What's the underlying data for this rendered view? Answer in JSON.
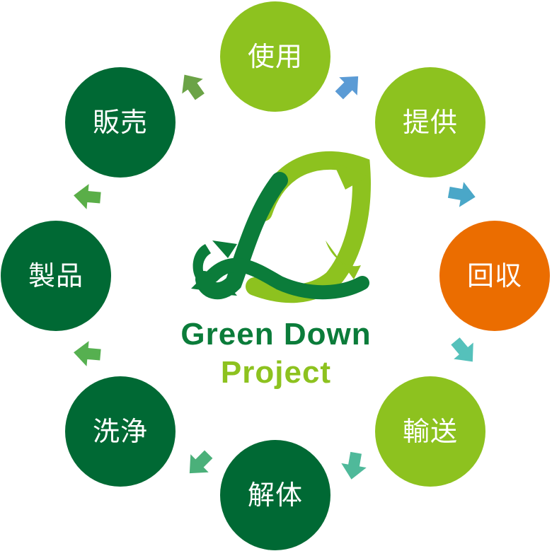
{
  "project": {
    "title_line1": "Green Down",
    "title_line2": "Project"
  },
  "steps": [
    {
      "label": "使用",
      "color": "#8dc21f"
    },
    {
      "label": "提供",
      "color": "#8dc21f"
    },
    {
      "label": "回収",
      "color": "#eb6d00"
    },
    {
      "label": "輸送",
      "color": "#8dc21f"
    },
    {
      "label": "解体",
      "color": "#006934"
    },
    {
      "label": "洗浄",
      "color": "#006934"
    },
    {
      "label": "製品",
      "color": "#006934"
    },
    {
      "label": "販売",
      "color": "#006934"
    }
  ],
  "colors": {
    "dark_green": "#006934",
    "light_green": "#8dc21f",
    "orange": "#eb6d00",
    "logo_dark": "#0b7c3a",
    "logo_light": "#8dc21f",
    "arrows": [
      "#5b9bd5",
      "#4aa7c8",
      "#55c1bb",
      "#4fb99a",
      "#4bb07a",
      "#56b050",
      "#5aae48",
      "#6ba346"
    ]
  },
  "icons": [
    "recycle-leaf-logo-icon",
    "flow-arrow-icon"
  ]
}
